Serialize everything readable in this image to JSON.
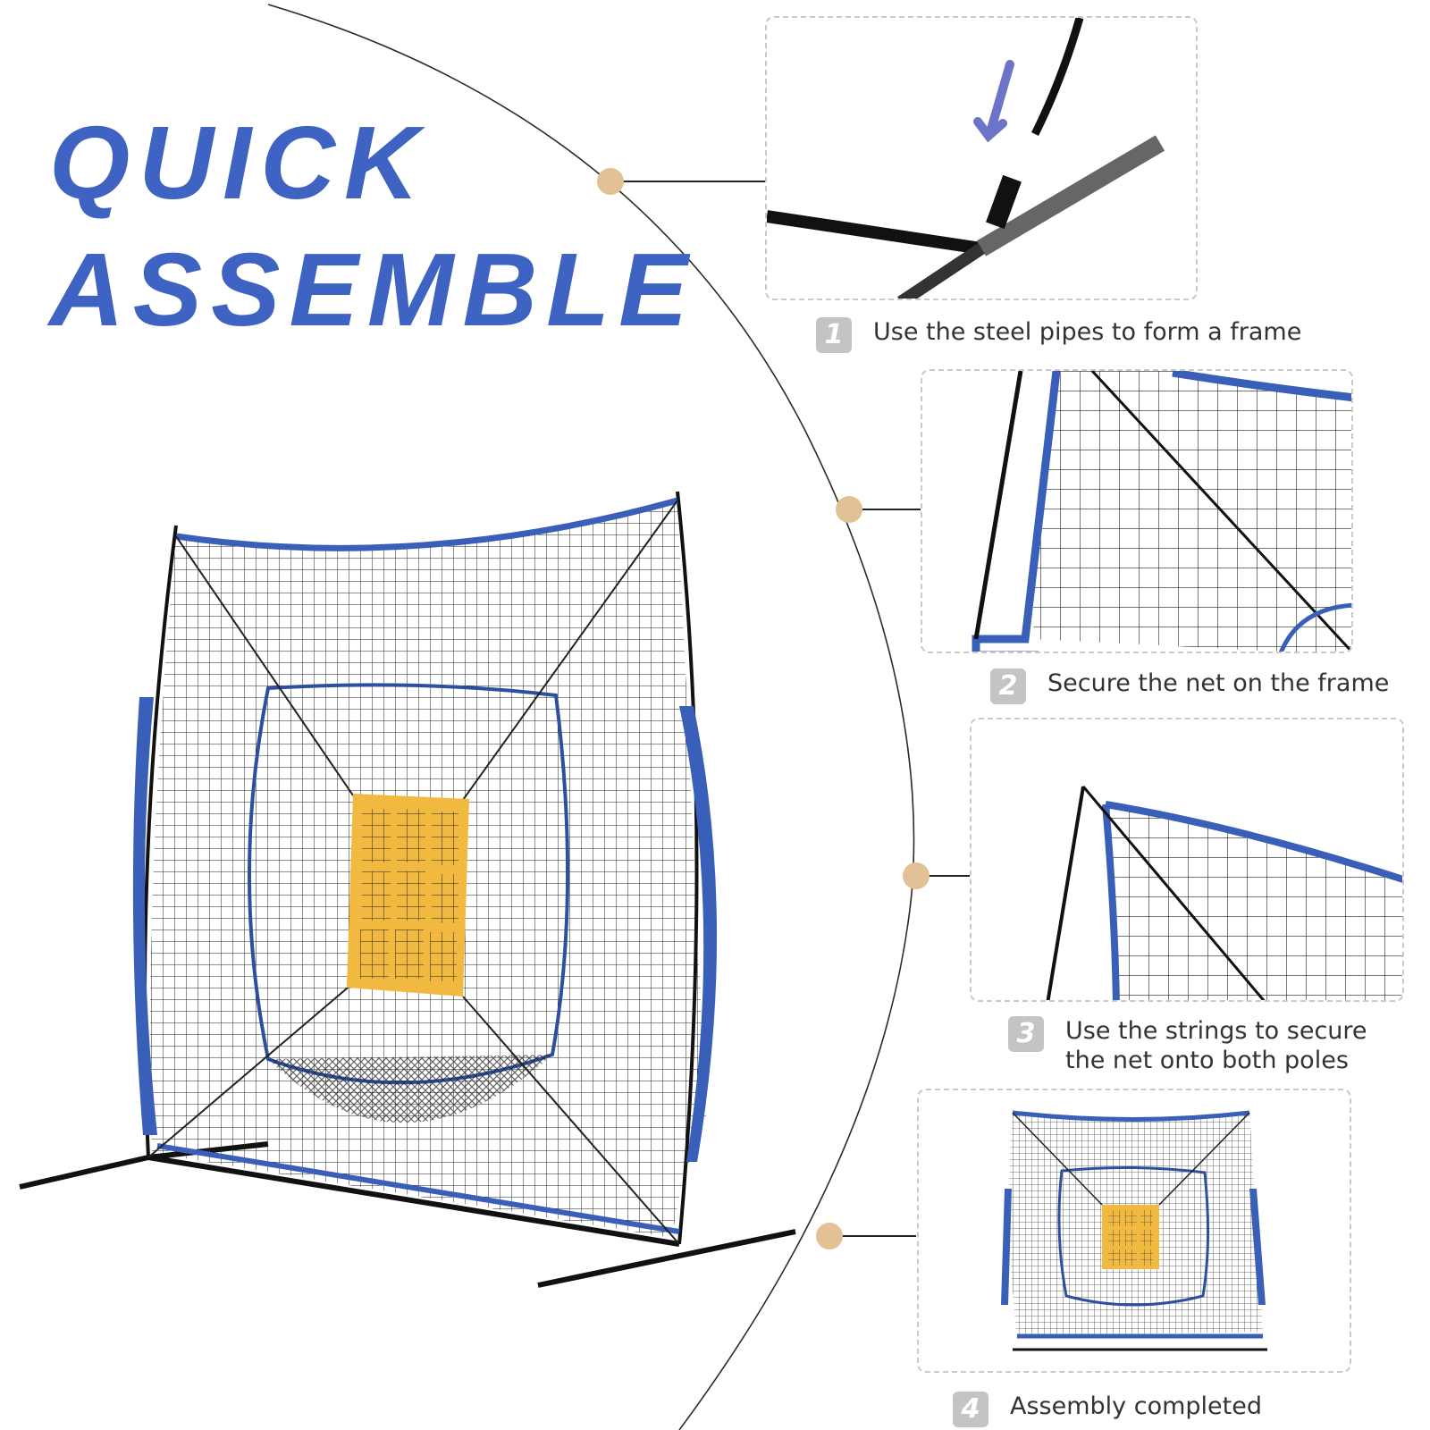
{
  "headline": {
    "line1": "QUICK",
    "line2": "ASSEMBLE"
  },
  "steps": [
    {
      "number": "1",
      "lines": [
        "Use the steel pipes to form a frame"
      ]
    },
    {
      "number": "2",
      "lines": [
        "Secure the net on the frame"
      ]
    },
    {
      "number": "3",
      "lines": [
        "Use the strings to secure",
        "the net onto both poles"
      ]
    },
    {
      "number": "4",
      "lines": [
        "Assembly completed"
      ]
    }
  ],
  "colors": {
    "headline": "#3f63c2",
    "net_trim": "#3a5fb8",
    "target": "#f2b940",
    "dot": "#e2c196",
    "badge": "#c4c4c4"
  }
}
